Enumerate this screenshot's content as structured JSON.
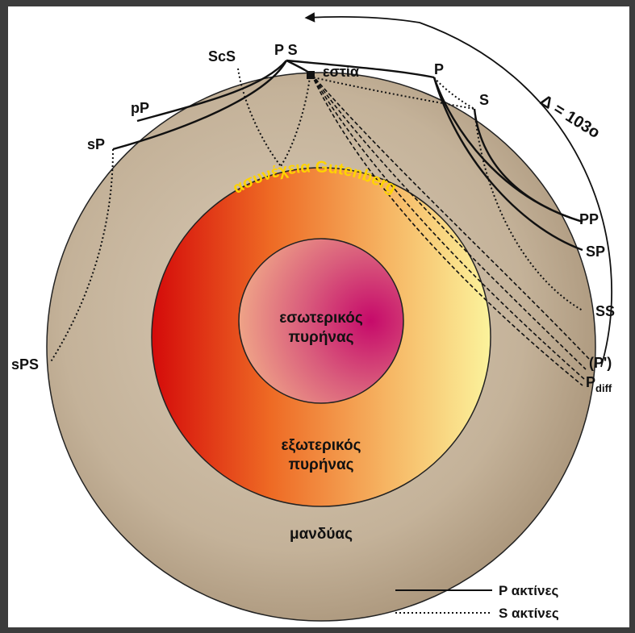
{
  "labels": {
    "PS": "P S",
    "ScS": "ScS",
    "focus": "εστία",
    "P": "P",
    "S": "S",
    "pP": "pP",
    "sP": "sP",
    "delta": "Δ = 103ο",
    "PP": "PP",
    "SP": "SP",
    "SS": "SS",
    "Pprime": "(P')",
    "Pdiff_main": "P",
    "Pdiff_sub": "diff",
    "sPS": "sPS",
    "gutenberg": "ασυνέχεια Gutenberg",
    "inner_core_line1": "εσωτερικός",
    "inner_core_line2": "πυρήνας",
    "outer_core_line1": "εξωτερικός",
    "outer_core_line2": "πυρήνας",
    "mantle": "μανδύας"
  },
  "legend": {
    "p_rays": "P ακτίνες",
    "s_rays": "S ακτίνες"
  },
  "colors": {
    "mantle": "#c8b8a2",
    "outer_core_left": "#d40a0a",
    "outer_core_right": "#f8f4a0",
    "inner_core": "#c8106c",
    "gutenberg_text": "#ffd400",
    "frame": "#3c3c3c"
  }
}
